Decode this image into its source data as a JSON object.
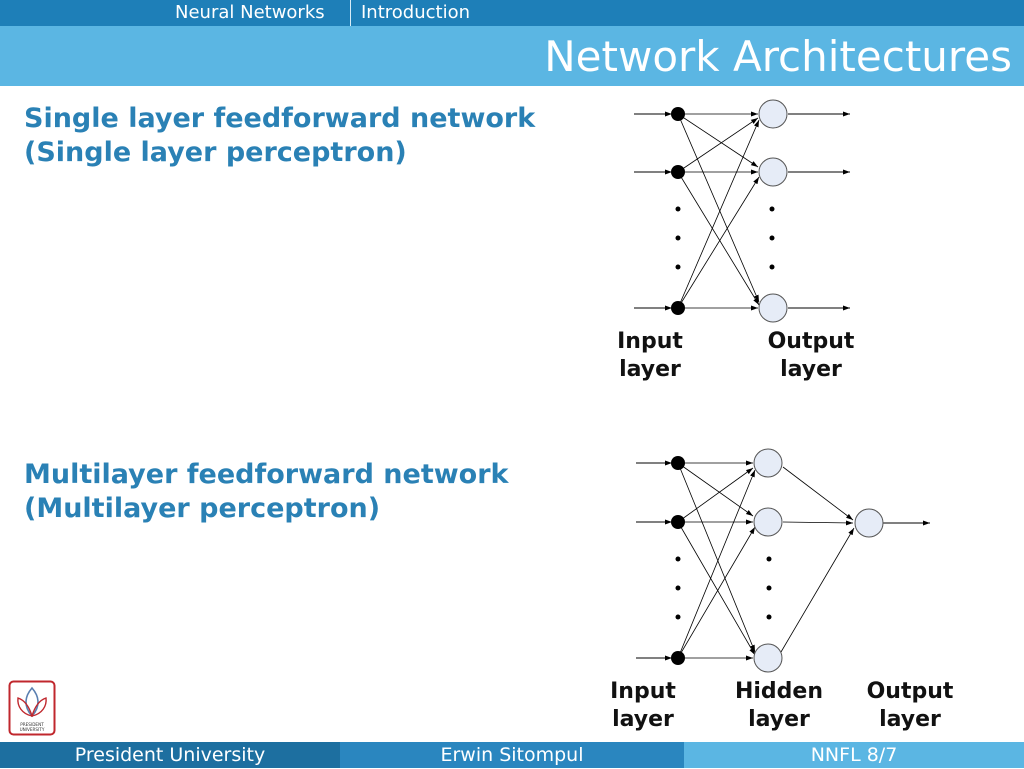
{
  "header": {
    "section": "Neural Networks",
    "subsection": "Introduction",
    "title": "Network Architectures"
  },
  "sections": [
    {
      "heading_line1": "Single layer feedforward network",
      "heading_line2": "(Single layer perceptron)",
      "labels": [
        {
          "line1": "Input",
          "line2": "layer"
        },
        {
          "line1": "Output",
          "line2": "layer"
        }
      ]
    },
    {
      "heading_line1": "Multilayer feedforward network",
      "heading_line2": "(Multilayer perceptron)",
      "labels": [
        {
          "line1": "Input",
          "line2": "layer"
        },
        {
          "line1": "Hidden",
          "line2": "layer"
        },
        {
          "line1": "Output",
          "line2": "layer"
        }
      ]
    }
  ],
  "footer": {
    "university": "President University",
    "author": "Erwin Sitompul",
    "course": "NNFL 8/7"
  },
  "logo": {
    "text_line1": "PRESIDENT",
    "text_line2": "UNIVERSITY"
  },
  "colors": {
    "topbar": "#1e7fb8",
    "titlebar": "#5bb6e3",
    "heading": "#2a81b5",
    "footer_left": "#1d6fa0",
    "footer_mid": "#2a86bf",
    "footer_right": "#5bb6e3",
    "neuron_fill": "#e6ecf7",
    "logo_red": "#c0272d"
  }
}
